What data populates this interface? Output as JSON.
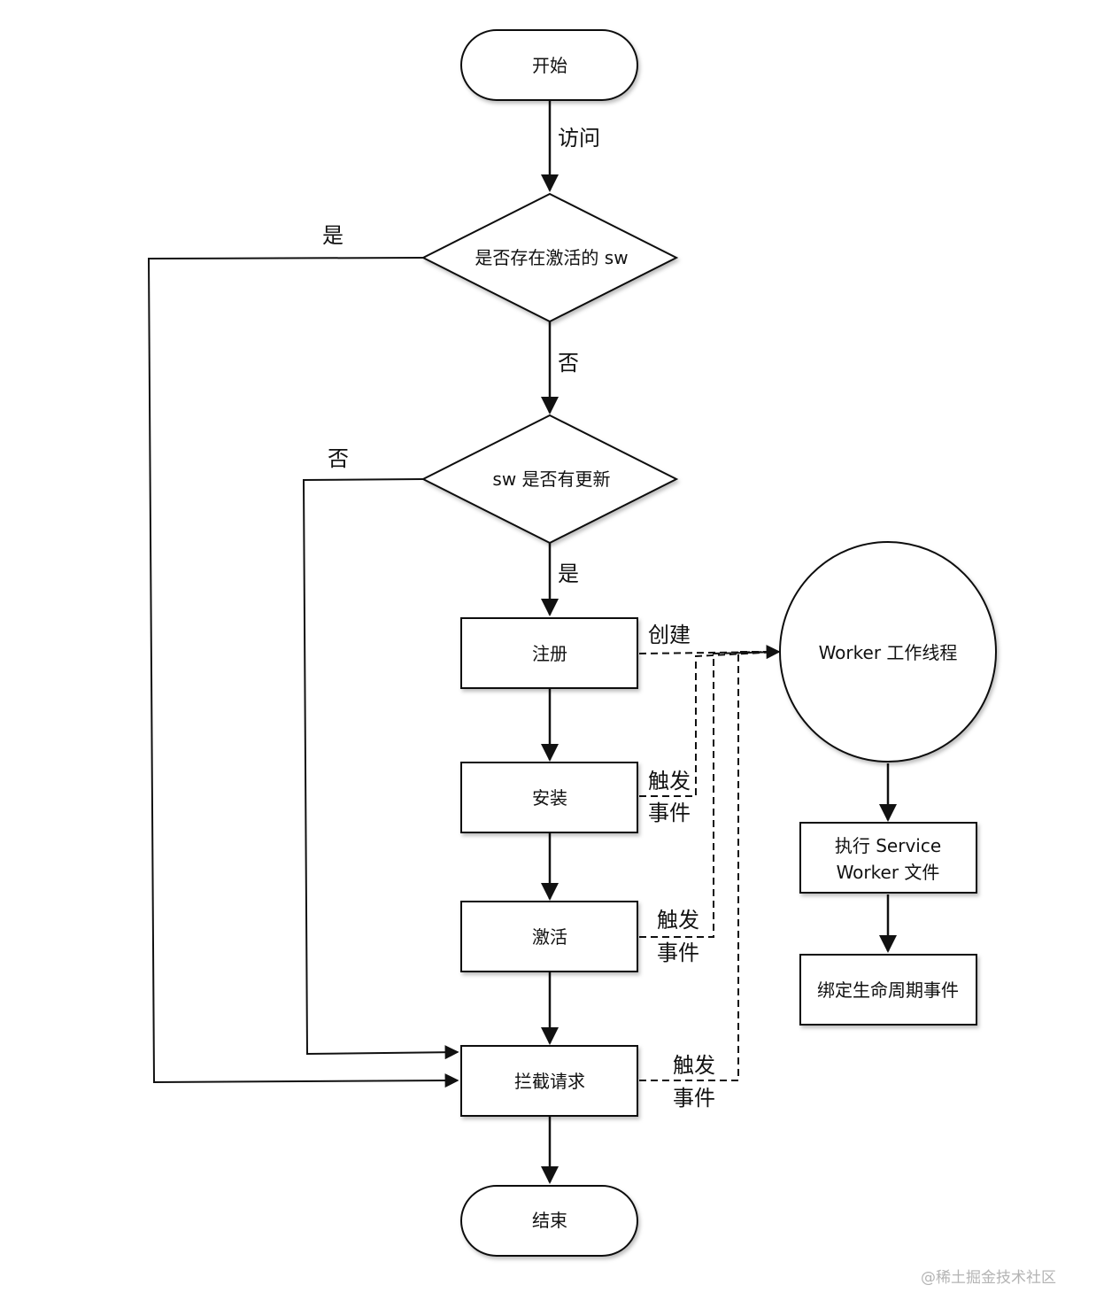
{
  "nodes": {
    "start": "开始",
    "decision_active": "是否存在激活的 sw",
    "decision_update": "sw 是否有更新",
    "register": "注册",
    "install": "安装",
    "activate": "激活",
    "intercept": "拦截请求",
    "end": "结束",
    "worker": "Worker 工作线程",
    "execute_line1": "执行 Service",
    "execute_line2": "Worker 文件",
    "bind": "绑定生命周期事件"
  },
  "edges": {
    "visit": "访问",
    "yes_active": "是",
    "no_active": "否",
    "no_update": "否",
    "yes_update": "是",
    "create": "创建",
    "trigger_install_1": "触发",
    "trigger_install_2": "事件",
    "trigger_activate_1": "触发",
    "trigger_activate_2": "事件",
    "trigger_intercept_1": "触发",
    "trigger_intercept_2": "事件"
  },
  "watermark": "@稀土掘金技术社区",
  "colors": {
    "stroke": "#111111",
    "fill": "#ffffff",
    "watermark": "#b4b4b4"
  }
}
